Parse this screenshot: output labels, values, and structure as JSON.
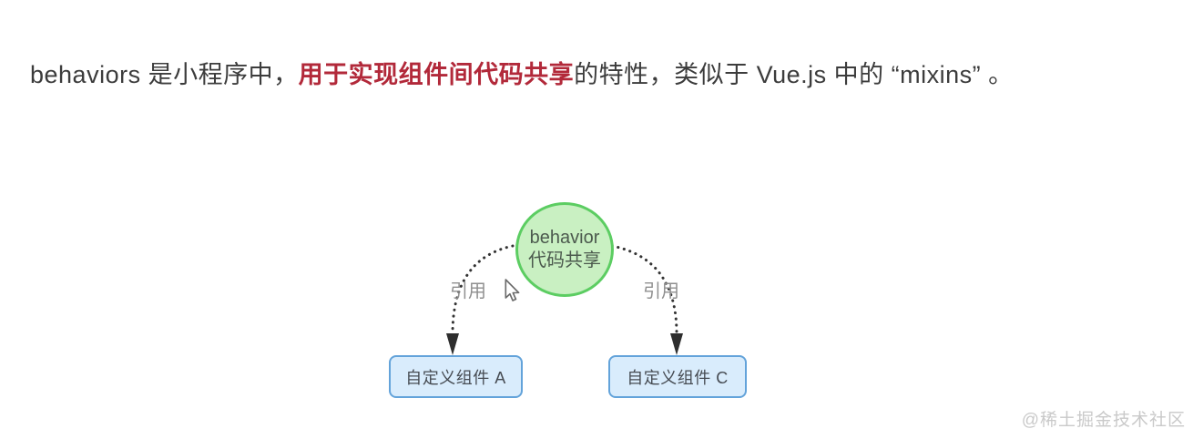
{
  "heading": {
    "prefix": "behaviors 是小程序中，",
    "highlight": "用于实现组件间代码共享",
    "suffix": "的特性，类似于 Vue.js 中的 “mixins” 。"
  },
  "diagram": {
    "behavior_node": {
      "title": "behavior",
      "subtitle": "代码共享"
    },
    "left_edge_label": "引用",
    "right_edge_label": "引用",
    "component_a": "自定义组件 A",
    "component_c": "自定义组件 C"
  },
  "watermark": "@稀土掘金技术社区",
  "colors": {
    "highlight_red": "#b2293a",
    "circle_fill": "#c9f0c2",
    "circle_border": "#5ccd62",
    "box_fill": "#d9ecfc",
    "box_border": "#63a3da",
    "edge_color": "#2e2e2e",
    "edge_label_gray": "#8f8f8f",
    "watermark_gray": "#c9c9c9"
  }
}
